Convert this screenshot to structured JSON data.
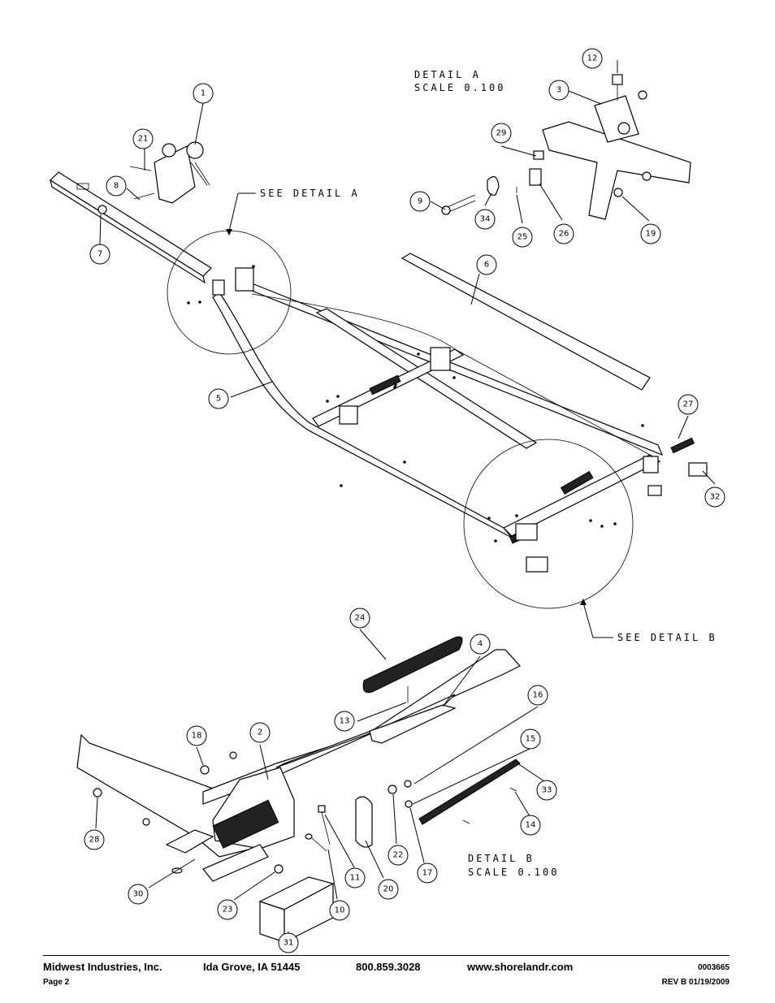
{
  "diagram": {
    "detail_a_title": "DETAIL  A",
    "detail_a_scale": "SCALE  0.100",
    "see_detail_a": "SEE DETAIL  A",
    "see_detail_b": "SEE DETAIL  B",
    "detail_b_title": "DETAIL  B",
    "detail_b_scale": "SCALE  0.100",
    "balloons": [
      "1",
      "2",
      "3",
      "4",
      "5",
      "6",
      "7",
      "8",
      "9",
      "10",
      "11",
      "12",
      "13",
      "14",
      "15",
      "16",
      "17",
      "18",
      "19",
      "20",
      "21",
      "22",
      "23",
      "24",
      "25",
      "26",
      "27",
      "28",
      "29",
      "30",
      "31",
      "32",
      "33",
      "34"
    ]
  },
  "footer": {
    "company": "Midwest Industries, Inc.",
    "location": "Ida Grove, IA  51445",
    "phone": "800.859.3028",
    "website": "www.shorelandr.com",
    "doc_number": "0003665",
    "page": "Page 2",
    "revision": "REV B   01/19/2009"
  }
}
